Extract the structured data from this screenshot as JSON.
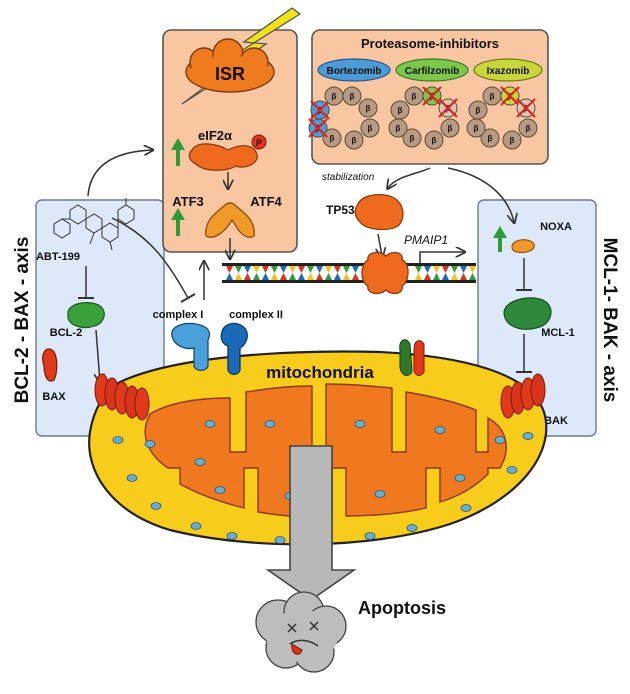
{
  "axes": {
    "left_axis": "BCL-2 - BAX - axis",
    "right_axis": "MCL-1- BAK - axis"
  },
  "isr_box": {
    "isr": "ISR",
    "eif2a": "eIF2α",
    "phospho": "P",
    "atf3": "ATF3",
    "atf4": "ATF4"
  },
  "proteasome_box": {
    "title": "Proteasome-inhibitors",
    "drugs": [
      "Bortezomib",
      "Carfilzomib",
      "Ixazomib"
    ],
    "beta": "β"
  },
  "center": {
    "stabilization": "stabilization",
    "tp53": "TP53",
    "pmaip1": "PMAIP1"
  },
  "left_box": {
    "drug": "ABT-199",
    "bcl2": "BCL-2",
    "bax": "BAX"
  },
  "right_box": {
    "noxa": "NOXA",
    "mcl1": "MCL-1",
    "bak": "BAK"
  },
  "mito": {
    "complex1": "complex I",
    "complex2": "complex II",
    "title": "mitochondria"
  },
  "apoptosis": "Apoptosis",
  "colors": {
    "isr_box": "#f8c7a1",
    "side_box": "#dde9f8",
    "mito_outer": "#f7cc1a",
    "mito_inner": "#f0781e",
    "protein": "#f06a1e",
    "green": "#3aa03c",
    "bortezomib": "#4a9bd6",
    "carfilzomib": "#7cc94a",
    "ixazomib": "#c8d63a"
  }
}
